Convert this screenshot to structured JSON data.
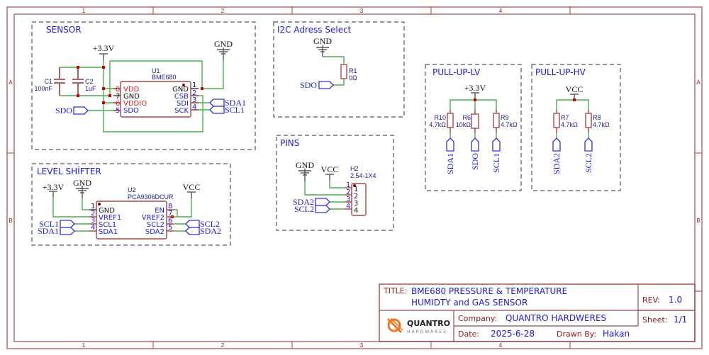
{
  "sheet": {
    "zones_columns": [
      "1",
      "2",
      "3",
      "4"
    ],
    "zones_rows": [
      "A",
      "B"
    ]
  },
  "groups": {
    "sensor": "SENSOR",
    "level_shifter": "LEVEL SHİFTER",
    "i2c": "I2C Adress Select",
    "pins": "PINS",
    "pullup_lv": "PULL-UP-LV",
    "pullup_hv": "PULL-UP-HV"
  },
  "power": {
    "v33": "+3.3V",
    "gnd": "GND",
    "vcc": "VCC"
  },
  "nets": {
    "sdo": "SDO",
    "sda1": "SDA1",
    "scl1": "SCL1",
    "sda2": "SDA2",
    "scl2": "SCL2"
  },
  "components": {
    "c1": {
      "ref": "C1",
      "value": "100nF"
    },
    "c2": {
      "ref": "C2",
      "value": "1uF"
    },
    "u1": {
      "ref": "U1",
      "value": "BME680",
      "pins_left": [
        {
          "num": "8",
          "name": "VDD"
        },
        {
          "num": "7",
          "name": "GND"
        },
        {
          "num": "6",
          "name": "VDDIO"
        },
        {
          "num": "5",
          "name": "SDO"
        }
      ],
      "pins_right": [
        {
          "num": "1",
          "name": "GND"
        },
        {
          "num": "2",
          "name": "CSB"
        },
        {
          "num": "3",
          "name": "SDI"
        },
        {
          "num": "4",
          "name": "SCK"
        }
      ]
    },
    "u2": {
      "ref": "U2",
      "value": "PCA9306DCUR",
      "pins_left": [
        {
          "num": "1",
          "name": "GND"
        },
        {
          "num": "2",
          "name": "VREF1"
        },
        {
          "num": "3",
          "name": "SCL1"
        },
        {
          "num": "4",
          "name": "SDA1"
        }
      ],
      "pins_right": [
        {
          "num": "8",
          "name": "EN"
        },
        {
          "num": "7",
          "name": "VREF2"
        },
        {
          "num": "6",
          "name": "SCL2"
        },
        {
          "num": "5",
          "name": "SDA2"
        }
      ]
    },
    "r1": {
      "ref": "R1",
      "value": "0Ω"
    },
    "h2": {
      "ref": "H2",
      "value": "2.54-1X4",
      "pins": [
        "1",
        "2",
        "3",
        "4"
      ]
    },
    "r10": {
      "ref": "R10",
      "value": "4.7kΩ"
    },
    "r6": {
      "ref": "R6",
      "value": "10kΩ"
    },
    "r9": {
      "ref": "R9",
      "value": "4.7kΩ"
    },
    "r7": {
      "ref": "R7",
      "value": "4.7kΩ"
    },
    "r8": {
      "ref": "R8",
      "value": "4.7kΩ"
    }
  },
  "title_block": {
    "title_label": "TITLE:",
    "title_line1": "BME680 PRESSURE & TEMPERATURE",
    "title_line2": "HUMIDTY and GAS SENSOR",
    "rev_label": "REV:",
    "rev_value": "1.0",
    "company_label": "Company:",
    "company_value": "QUANTRO HARDWERES",
    "sheet_label": "Sheet:",
    "sheet_value": "1/1",
    "date_label": "Date:",
    "date_value": "2025-6-28",
    "drawn_label": "Drawn By:",
    "drawn_value": "Hakan",
    "logo_name": "QUANTRO",
    "logo_sub": "HARDWARES",
    "logo_color": "#f07820"
  }
}
